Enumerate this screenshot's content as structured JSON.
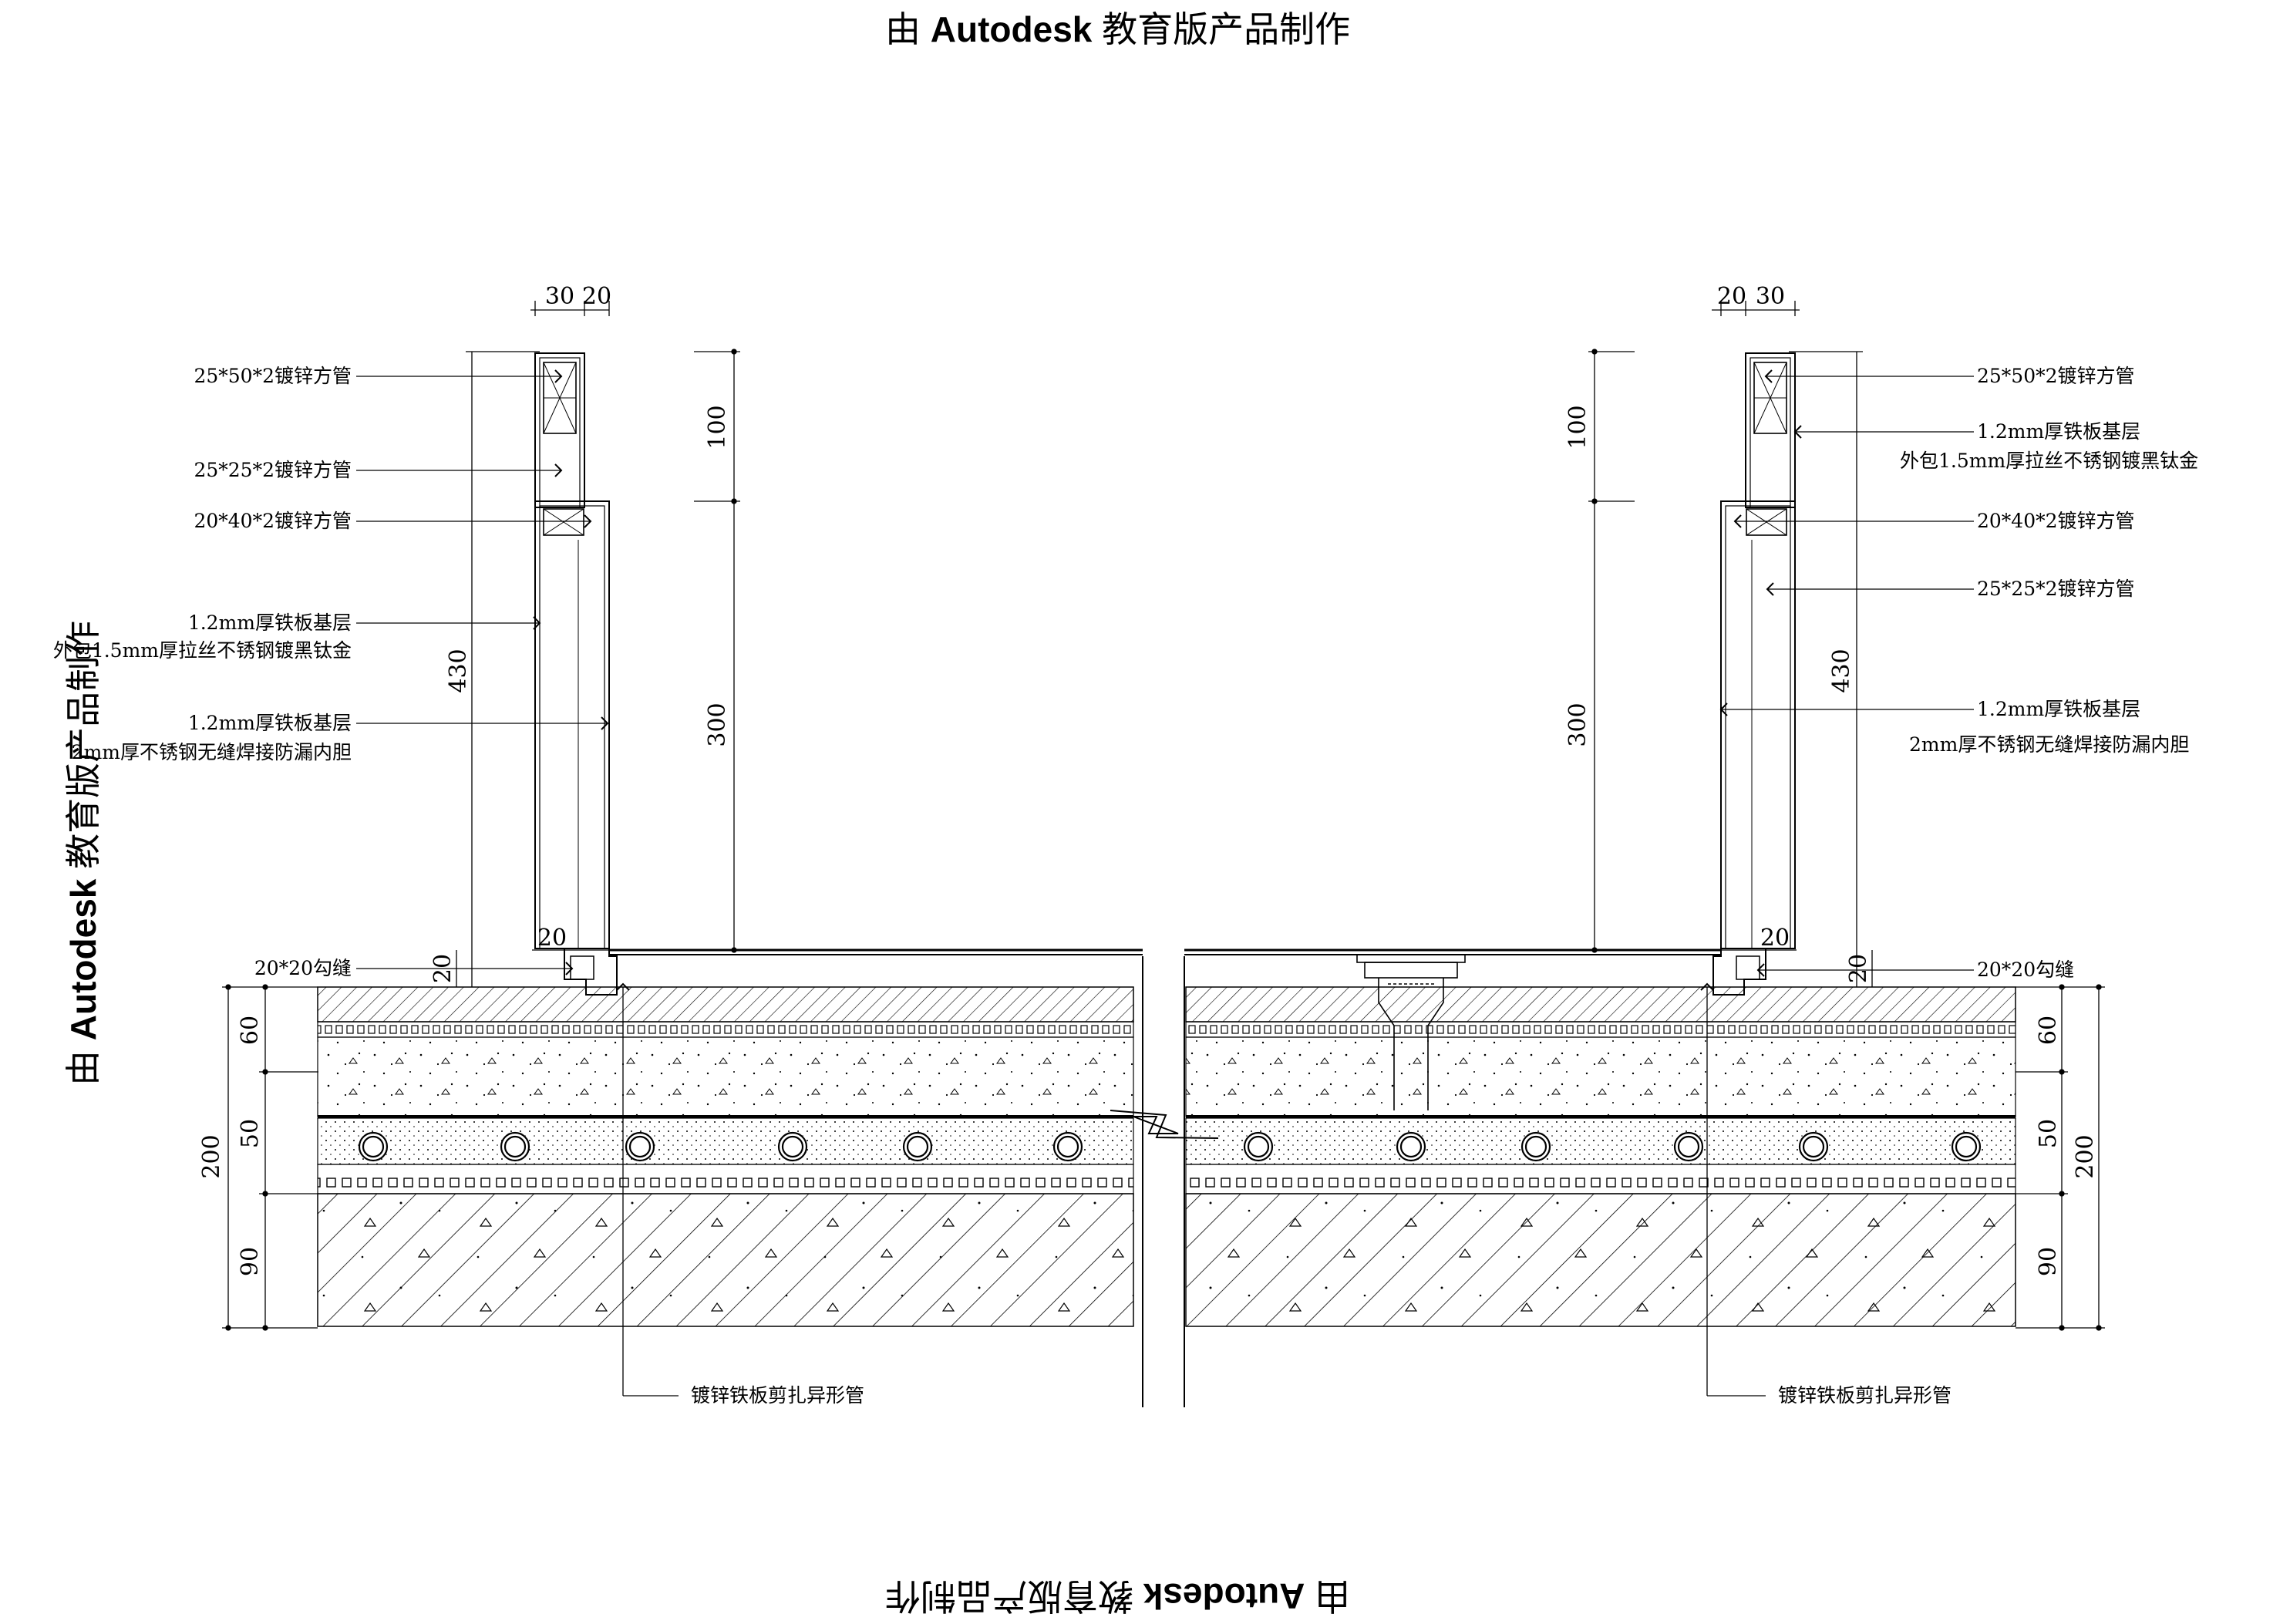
{
  "watermark": {
    "prefix": "由",
    "brand": "Autodesk",
    "suffix": "教育版产品制作"
  },
  "left_detail": {
    "callouts": [
      {
        "id": "l1",
        "lines": [
          "25*50*2镀锌方管"
        ]
      },
      {
        "id": "l2",
        "lines": [
          "25*25*2镀锌方管"
        ]
      },
      {
        "id": "l3",
        "lines": [
          "20*40*2镀锌方管"
        ]
      },
      {
        "id": "l4",
        "lines": [
          "1.2mm厚铁板基层",
          "外包1.5mm厚拉丝不锈钢镀黑钛金"
        ]
      },
      {
        "id": "l5",
        "lines": [
          "1.2mm厚铁板基层",
          "2mm厚不锈钢无缝焊接防漏内胆"
        ]
      },
      {
        "id": "l6",
        "lines": [
          "20*20勾缝"
        ]
      }
    ],
    "bottom_callout": "镀锌铁板剪扎异形管",
    "dims_top": [
      "30",
      "20"
    ],
    "dims_vertical": [
      "430",
      "100",
      "300",
      "20",
      "20"
    ],
    "floor_dims": [
      "60",
      "50",
      "90",
      "200"
    ]
  },
  "right_detail": {
    "callouts": [
      {
        "id": "r1",
        "lines": [
          "25*50*2镀锌方管"
        ]
      },
      {
        "id": "r2",
        "lines": [
          "1.2mm厚铁板基层",
          "外包1.5mm厚拉丝不锈钢镀黑钛金"
        ]
      },
      {
        "id": "r3",
        "lines": [
          "20*40*2镀锌方管"
        ]
      },
      {
        "id": "r4",
        "lines": [
          "25*25*2镀锌方管"
        ]
      },
      {
        "id": "r5",
        "lines": [
          "1.2mm厚铁板基层",
          "2mm厚不锈钢无缝焊接防漏内胆"
        ]
      },
      {
        "id": "r6",
        "lines": [
          "20*20勾缝"
        ]
      }
    ],
    "bottom_callout": "镀锌铁板剪扎异形管",
    "dims_top": [
      "20",
      "30"
    ],
    "dims_vertical": [
      "430",
      "100",
      "300",
      "20",
      "20"
    ],
    "floor_dims": [
      "60",
      "50",
      "90",
      "200"
    ]
  }
}
